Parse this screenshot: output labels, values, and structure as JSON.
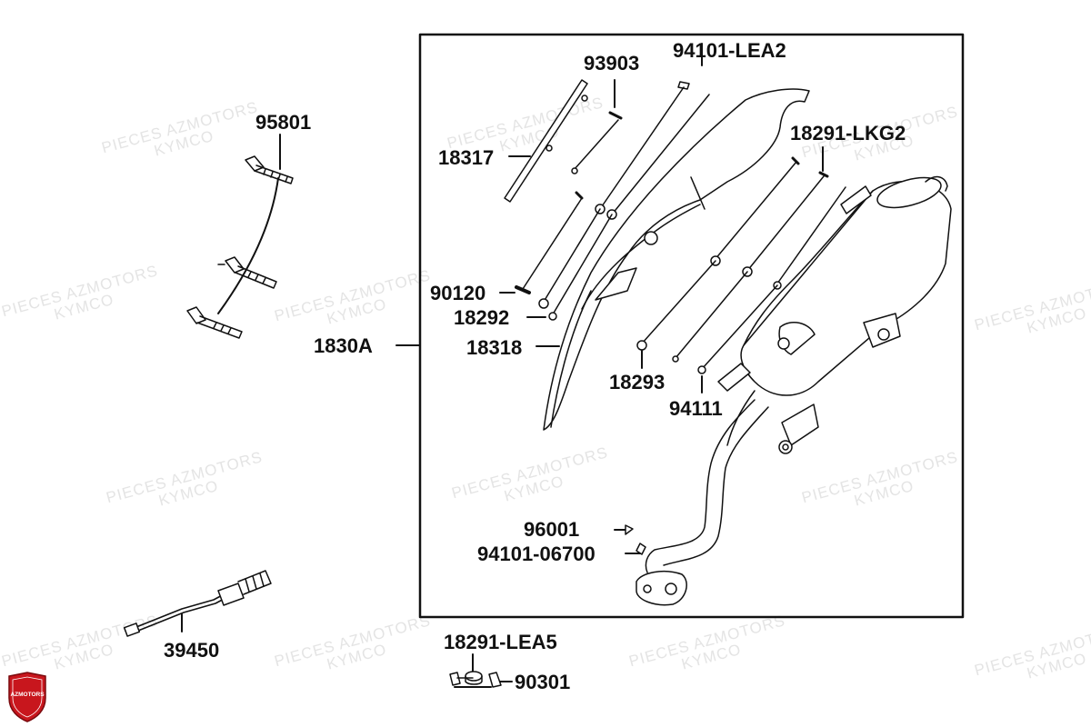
{
  "watermark": {
    "line1": "PIECES AZMOTORS",
    "line2": "KYMCO"
  },
  "logo": {
    "text": "AZMOTORS",
    "color": "#c8161d"
  },
  "parts": {
    "p95801": "95801",
    "p1830A": "1830A",
    "p39450": "39450",
    "p93903": "93903",
    "p94101_LEA2": "94101-LEA2",
    "p18317": "18317",
    "p18291_LKG2": "18291-LKG2",
    "p90120": "90120",
    "p18292": "18292",
    "p18318": "18318",
    "p18293": "18293",
    "p94111": "94111",
    "p96001": "96001",
    "p94101_06700": "94101-06700",
    "p18291_LEA5": "18291-LEA5",
    "p90301": "90301"
  }
}
